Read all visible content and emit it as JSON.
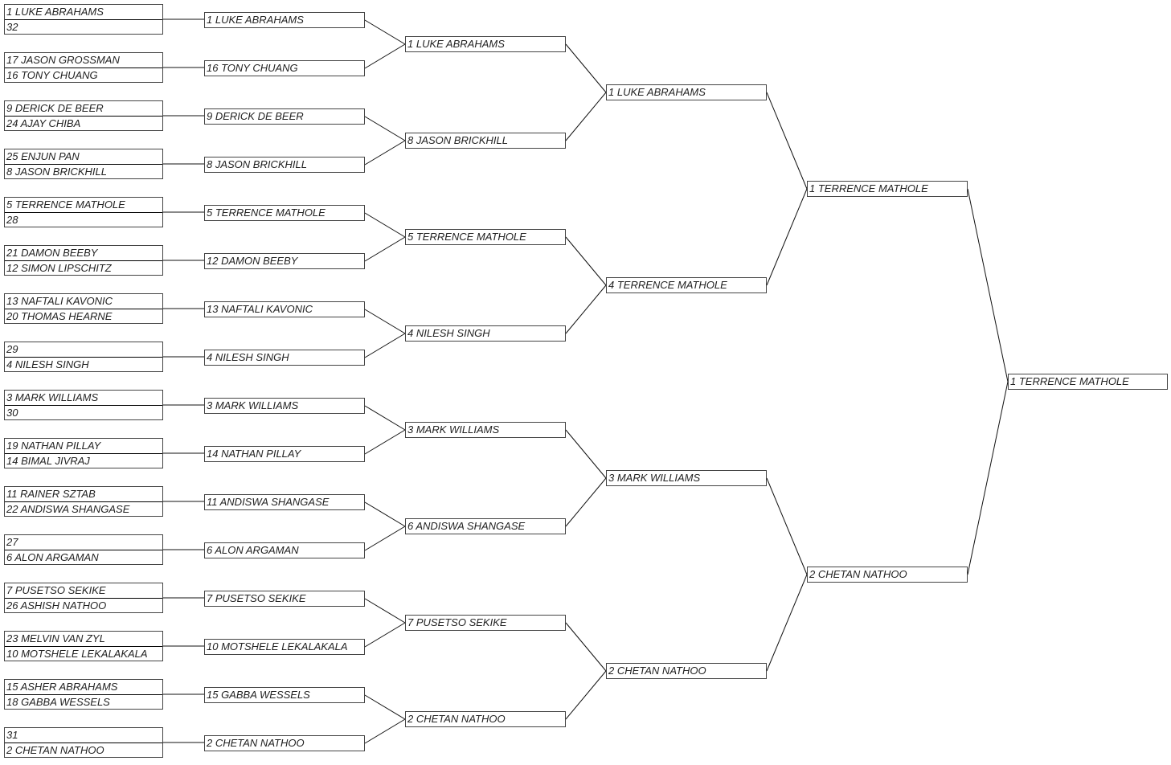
{
  "first_round": [
    [
      "1 LUKE ABRAHAMS",
      "32"
    ],
    [
      "17 JASON GROSSMAN",
      "16 TONY CHUANG"
    ],
    [
      "9 DERICK DE BEER",
      "24 AJAY CHIBA"
    ],
    [
      "25 ENJUN PAN",
      "8 JASON BRICKHILL"
    ],
    [
      "5 TERRENCE MATHOLE",
      "28"
    ],
    [
      "21 DAMON BEEBY",
      "12 SIMON LIPSCHITZ"
    ],
    [
      "13 NAFTALI KAVONIC",
      "20 THOMAS HEARNE"
    ],
    [
      "29",
      "4 NILESH SINGH"
    ],
    [
      "3 MARK WILLIAMS",
      "30"
    ],
    [
      "19 NATHAN PILLAY",
      "14 BIMAL JIVRAJ"
    ],
    [
      "11 RAINER SZTAB",
      "22 ANDISWA SHANGASE"
    ],
    [
      "27",
      "6 ALON ARGAMAN"
    ],
    [
      "7 PUSETSO SEKIKE",
      "26 ASHISH NATHOO"
    ],
    [
      "23 MELVIN VAN ZYL",
      "10 MOTSHELE LEKALAKALA"
    ],
    [
      "15 ASHER ABRAHAMS",
      "18 GABBA WESSELS"
    ],
    [
      "31",
      "2 CHETAN NATHOO"
    ]
  ],
  "round_2": [
    "1 LUKE ABRAHAMS",
    "16 TONY CHUANG",
    "9 DERICK DE BEER",
    "8 JASON BRICKHILL",
    "5 TERRENCE MATHOLE",
    "12 DAMON BEEBY",
    "13 NAFTALI KAVONIC",
    "4 NILESH SINGH",
    "3 MARK WILLIAMS",
    "14 NATHAN PILLAY",
    "11 ANDISWA SHANGASE",
    "6 ALON ARGAMAN",
    "7 PUSETSO SEKIKE",
    "10 MOTSHELE LEKALAKALA",
    "15 GABBA WESSELS",
    "2 CHETAN NATHOO"
  ],
  "round_3": [
    "1 LUKE ABRAHAMS",
    "8 JASON BRICKHILL",
    "5 TERRENCE MATHOLE",
    "4 NILESH SINGH",
    "3 MARK WILLIAMS",
    "6 ANDISWA SHANGASE",
    "7 PUSETSO SEKIKE",
    "2 CHETAN NATHOO"
  ],
  "round_4": [
    "1 LUKE ABRAHAMS",
    "4 TERRENCE MATHOLE",
    "3 MARK WILLIAMS",
    "2 CHETAN NATHOO"
  ],
  "round_5": [
    "1 TERRENCE MATHOLE",
    "2 CHETAN NATHOO"
  ],
  "champion": "1 TERRENCE MATHOLE"
}
